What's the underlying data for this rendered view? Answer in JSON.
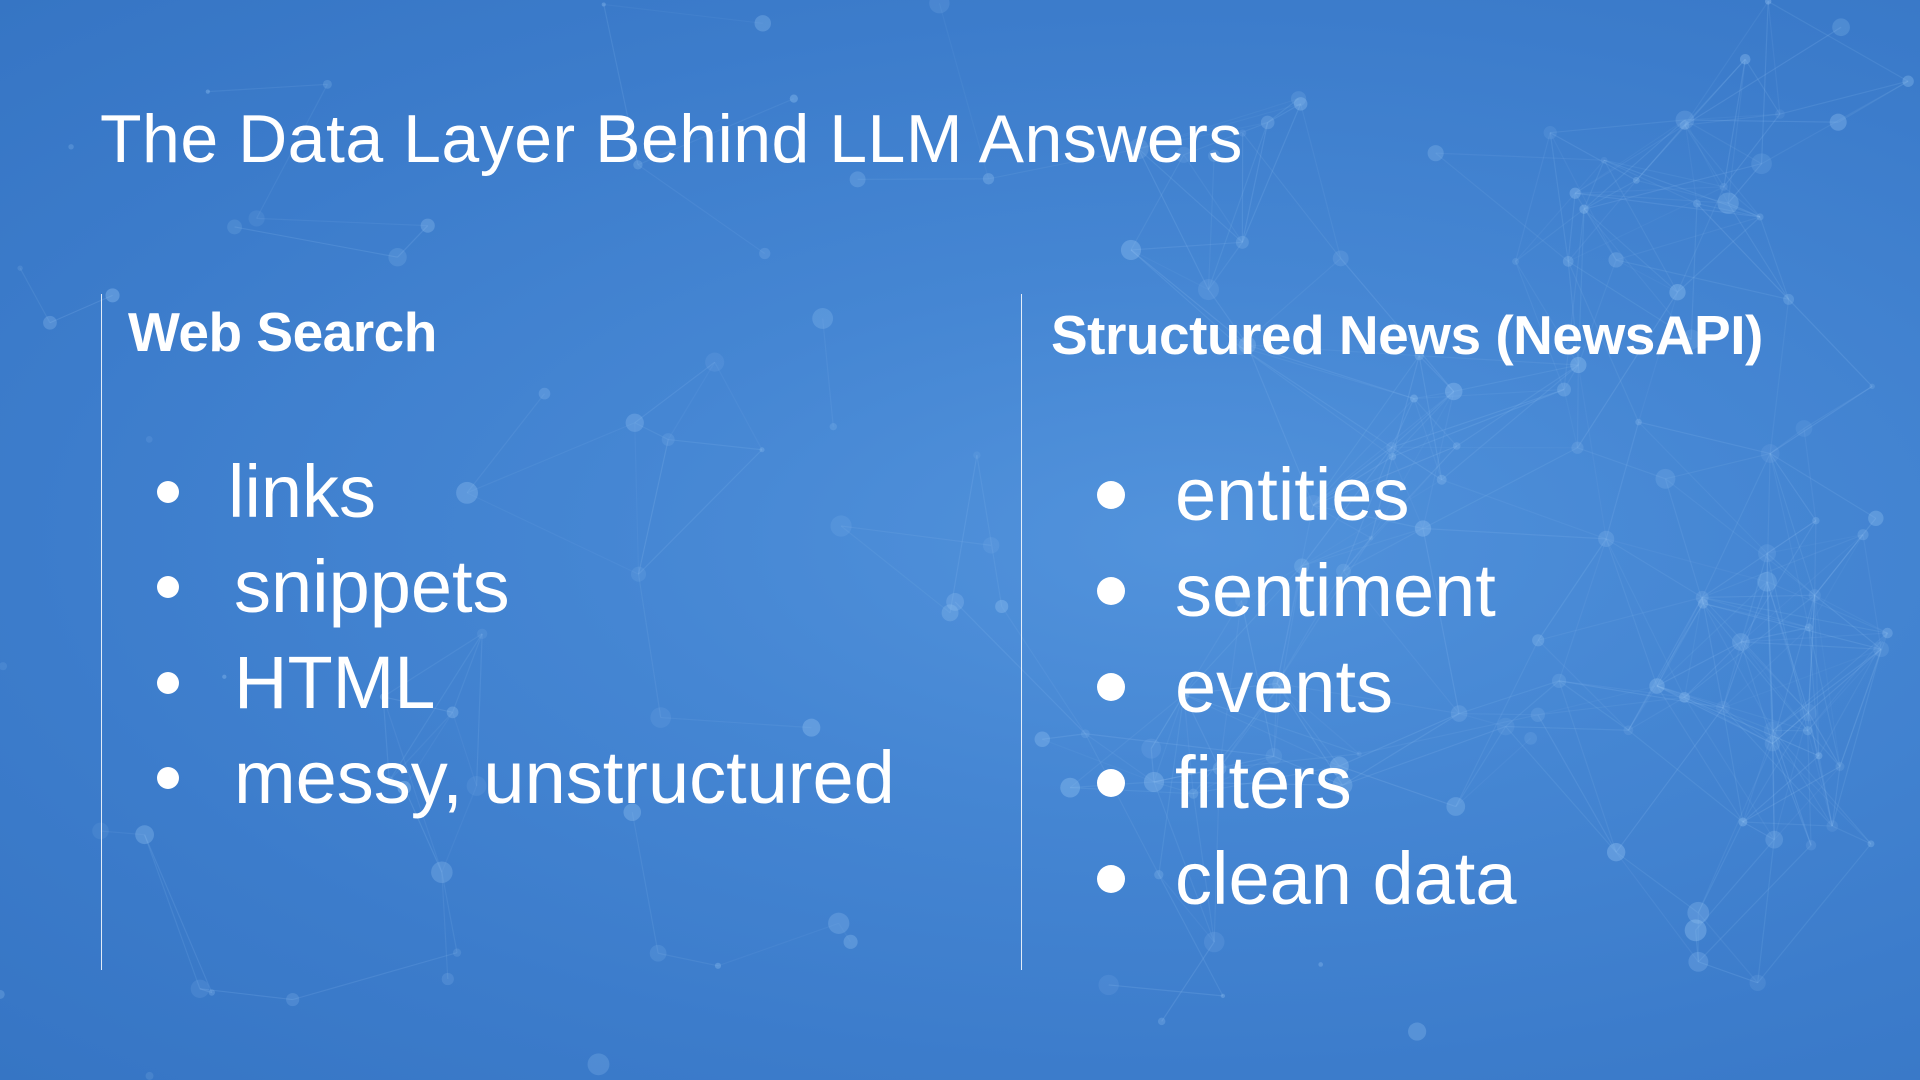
{
  "slide": {
    "title": "The Data Layer Behind LLM Answers",
    "colors": {
      "background": "#3f80cf",
      "text": "#ffffff"
    }
  },
  "web_search": {
    "heading": "Web Search",
    "items": [
      "links",
      "snippets",
      "HTML",
      "messy, unstructured"
    ]
  },
  "structured_news": {
    "heading": "Structured News (NewsAPI)",
    "items": [
      "entities",
      "sentiment",
      "events",
      "filters",
      "clean data"
    ]
  }
}
